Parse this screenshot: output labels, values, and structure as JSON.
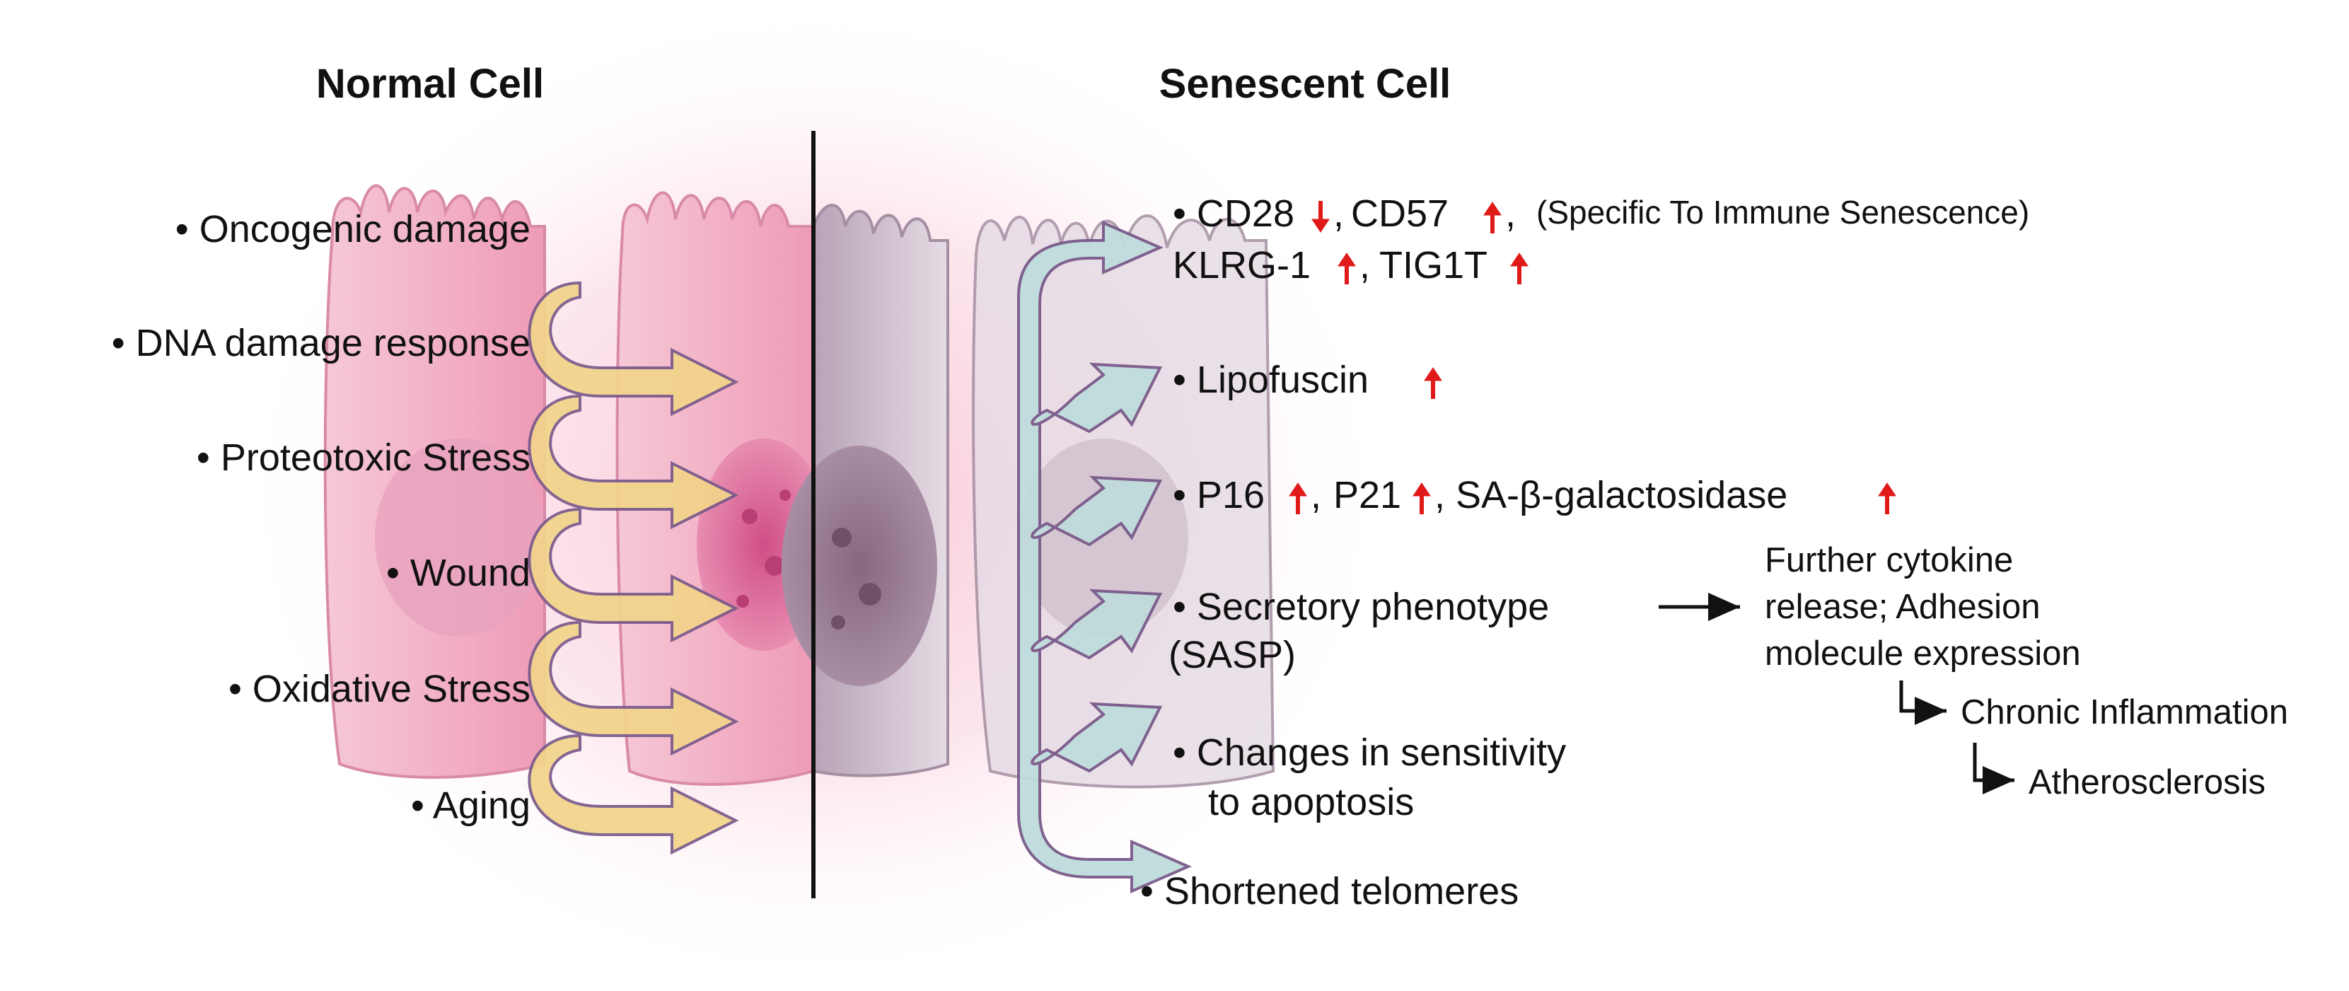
{
  "headings": {
    "normal": "Normal Cell",
    "senescent": "Senescent Cell"
  },
  "normal_triggers": [
    "Oncogenic damage",
    "DNA damage response",
    "Proteotoxic Stress",
    "Wound",
    "Oxidative Stress",
    "Aging"
  ],
  "bullet": "•",
  "markers": {
    "cd28": "CD28",
    "cd57": "CD57",
    "comma": ",",
    "immune_note": "(Specific To Immune Senescence)",
    "klrg": "KLRG-1",
    "tig": "TIG1T",
    "lipofuscin": "Lipofuscin",
    "p16": "P16",
    "p21": "P21",
    "sa_gal": "SA-β-galactosidase",
    "sasp_line1": "Secretory phenotype",
    "sasp_line2": "(SASP)",
    "apoptosis_line1": "Changes in sensitivity",
    "apoptosis_line2": "to apoptosis",
    "telomeres": "Shortened telomeres"
  },
  "consequences": {
    "line1": "Further cytokine",
    "line2": "release; Adhesion",
    "line3": "molecule expression",
    "inflammation": "Chronic Inflammation",
    "atherosclerosis": "Atherosclerosis"
  },
  "colors": {
    "normal_cell_fill": "#f4b6c8",
    "senescent_cell_fill": "#cbb7c8",
    "nucleus_normal": "#d85a8e",
    "nucleus_senescent": "#8f6f88",
    "arrow_yellow": "#f2d48a",
    "arrow_teal": "#bfdcdc",
    "arrow_outline": "#7a5a8a",
    "up_down_arrow": "#e01919",
    "divider": "#111111"
  },
  "icons": {
    "up": "red-up-arrow-icon",
    "down": "red-down-arrow-icon",
    "flow": "right-arrow-icon",
    "elbow": "elbow-arrow-icon"
  }
}
